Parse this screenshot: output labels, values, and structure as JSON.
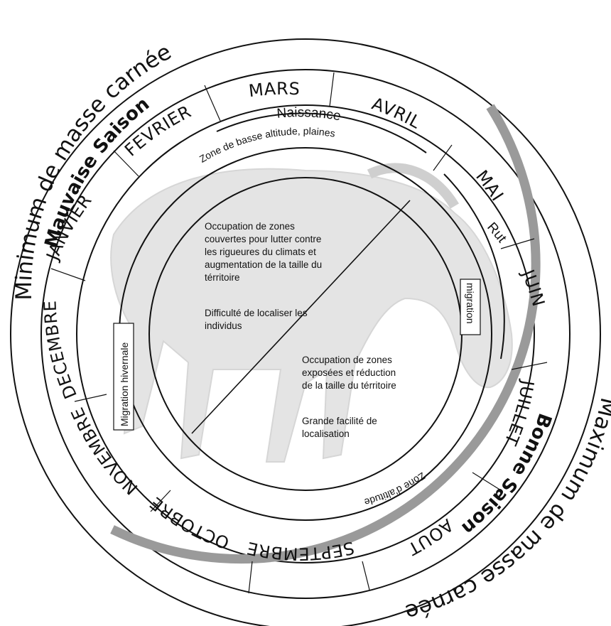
{
  "outer_labels": {
    "top_left": "Minimum de masse carnée",
    "bottom_right": "Maximum de masse carnée"
  },
  "seasons": {
    "bad": "Mauvaise Saison",
    "good": "Bonne Saison"
  },
  "months": {
    "jan": "JANVIER",
    "feb": "FEVRIER",
    "mar": "MARS",
    "apr": "AVRIL",
    "may": "MAI",
    "jun": "JUIN",
    "jul": "JUILLET",
    "aug": "AOUT",
    "sep": "SEPTEMBRE",
    "oct": "OCTOBRE",
    "nov": "NOVEMBRE",
    "dec": "DECEMBRE"
  },
  "events": {
    "birth": "Naissance",
    "rut": "Rut",
    "migration": "migration",
    "winter_migration": "Migration hivernale",
    "lowland": "Zone de basse altitude, plaines",
    "altitude": "Zone d'altitude"
  },
  "notes": {
    "winter_1": "Occupation de zones\ncouvertes pour lutter contre\nles rigueures du climats et\naugmentation de la taille du\ntérritoire",
    "winter_2": "Difficulté de localiser les\nindividus",
    "summer_1": "Occupation de zones\nexposées et réduction\nde la taille du térritoire",
    "summer_2": "Grande facilité de\nlocalisation"
  },
  "colors": {
    "ink": "#111111",
    "good_season_band": "#9a9a9a",
    "horse_sketch": "#bdbdbd"
  }
}
